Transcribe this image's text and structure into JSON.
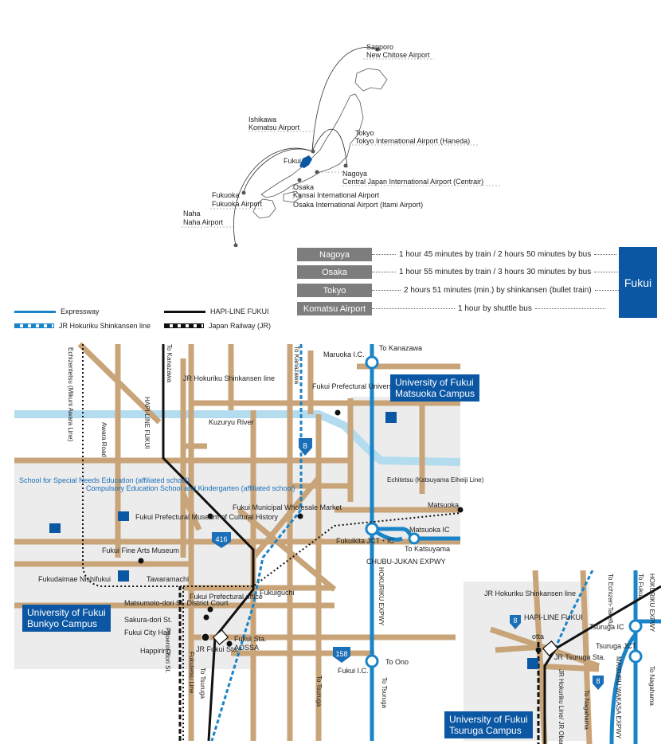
{
  "japan_map": {
    "airports": [
      {
        "city": "Sapporo",
        "airport": "New Chitose Airport"
      },
      {
        "city": "Ishikawa",
        "airport": "Komatsu Airport"
      },
      {
        "city": "Tokyo",
        "airport": "Tokyo International Airport (Haneda)"
      },
      {
        "city": "Nagoya",
        "airport": "Central Japan International Airport (Centrair)"
      },
      {
        "city": "Osaka",
        "airport": "Kansai International Airport",
        "airport2": "Osaka International Airport (Itami Airport)"
      },
      {
        "city": "Fukuoka",
        "airport": "Fukuoka Airport"
      },
      {
        "city": "Naha",
        "airport": "Naha Airport"
      }
    ],
    "fukui_label": "Fukui"
  },
  "routes": {
    "destination": "Fukui",
    "rows": [
      {
        "city": "Nagoya",
        "desc": "1 hour 45 minutes by train / 2 hours 50 minutes by bus"
      },
      {
        "city": "Osaka",
        "desc": "1 hour 55 minutes by train / 3 hours 30 minutes by bus"
      },
      {
        "city": "Tokyo",
        "desc": "2 hours 51 minutes (min.) by shinkansen (bullet train)"
      },
      {
        "city": "Komatsu Airport",
        "desc": "1 hour by shuttle bus"
      }
    ]
  },
  "legend": {
    "expressway": "Expressway",
    "hapi_line": "HAPI-LINE FUKUI",
    "shinkansen": "JR Hokuriku Shinkansen line",
    "jr": "Japan Railway (JR)"
  },
  "colors": {
    "road": "#c8a478",
    "river": "#b4dcef",
    "expressway": "#1a84c8",
    "campus": "#0b57a4",
    "area": "#ececec"
  },
  "main_map": {
    "campuses": {
      "matsuoka": [
        "University of Fukui",
        "Matsuoka Campus"
      ],
      "bunkyo": [
        "University of Fukui",
        "Bunkyo Campus"
      ],
      "tsuruga": [
        "University of Fukui",
        "Tsuruga Campus"
      ]
    },
    "labels": {
      "echizen_tetsu": "Echizentetsu (Mikuni Awara Line)",
      "awara_road": "Awara Road",
      "to_kanazawa_1": "To Kanazawa",
      "hapi_line": "HAPI-LINE FUKUI",
      "shinkansen_line": "JR Hokuriku Shinkansen line",
      "to_kanazawa_2": "To Kanazawa",
      "maruoka_ic": "Maruoka I.C.",
      "to_kanazawa_3": "To Kanazawa",
      "fukui_pref_univ": "Fukui Prefectural University",
      "kuzuryu_river": "Kuzuryu River",
      "route8": "8",
      "school_special": "School for Special Needs Education (affiliated school)",
      "compulsory": "Compulsory Education School and Kindergarten (affiliated school)",
      "museum_history": "Fukui Prefectural Museum of Cultural History",
      "wholesale": "Fukui Municipal Wholesale Market",
      "echitetsu": "Echitetsu (Katsuyama Eiheiji Line)",
      "matsuoka": "Matsuoka",
      "matsuoka_ic": "Matsuoka IC",
      "route416": "416",
      "fine_arts": "Fukui Fine Arts Museum",
      "fukuikita": "Fukuikita JCT・IC",
      "to_katsuyama": "To Katsuyama",
      "chubu_jukan": "CHUBU-JUKAN EXPWY",
      "hokuriku_expwy": "HOKURIKU EXPWY",
      "fukudaimae": "Fukudaimae Nishifukui",
      "tawaramachi": "Tawaramachi",
      "fukuiguchi": "Fukuiguchi",
      "matsumoto": "Matsumoto-dori St. District Court",
      "pref_office": "Fukui Prefectural office",
      "sakura": "Sakura-dori St.",
      "city_hall": "Fukui City Hall",
      "happiring": "Happiring",
      "jr_fukui": "JR Fukui Sta.",
      "fukui_sta": "Fukui Sta.",
      "aossa": "AOSSA",
      "route158": "158",
      "to_ono": "To Ono",
      "fukui_ic": "Fukui I.C.",
      "phoenix": "Phoenix-dori St.",
      "fukutetsu": "Fukutetsu Line",
      "to_tsuruga_1": "To Tsuruga",
      "to_tsuruga_2": "To Tsuruga",
      "to_tsuruga_3": "To Tsuruga"
    }
  },
  "inset_map": {
    "labels": {
      "shinkansen": "JR Hokuriku Shinkansen line",
      "to_echizen_takefu": "To Echizen-Takefu",
      "to_fukui": "To Fukui",
      "hokuriku_expwy": "HOKURIKU EXPWY",
      "route8_a": "8",
      "hapi_line": "HAPI-LINE FUKUI",
      "tsuruga_ic": "Tsuruga IC",
      "otta": "otta",
      "jr_tsuruga": "JR Tsuruga Sta.",
      "tsuruga_jct": "Tsuruga JCT",
      "jr_obama": "JR Hokuriku Line/ JR Obama Line",
      "maizuru": "MAIZURU WAKASA EXPWY",
      "route8_b": "8",
      "to_nagahama": "To Nagahama",
      "to_nagahama2": "To Nagahama"
    }
  }
}
